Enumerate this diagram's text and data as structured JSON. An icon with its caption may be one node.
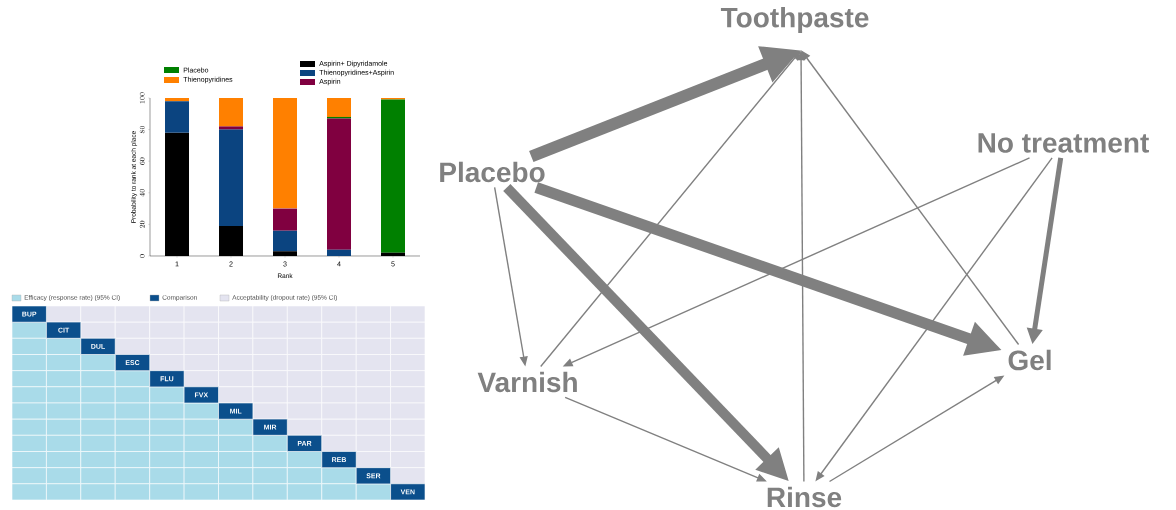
{
  "diagram": {
    "nodes": [
      {
        "text": [
          "Toothpaste"
        ]
      },
      {
        "text": [
          "No treatment"
        ]
      },
      {
        "text": [
          "Placebo"
        ]
      },
      {
        "text": [
          "Gel"
        ]
      },
      {
        "text": [
          "Varnish"
        ]
      },
      {
        "text": [
          "Rinse"
        ]
      }
    ],
    "edges": [
      {
        "from": 2,
        "to": 0,
        "arrow": "to",
        "style": "thick"
      },
      {
        "from": 2,
        "to": 3,
        "arrow": "to",
        "style": "thick"
      },
      {
        "from": 2,
        "to": 5,
        "arrow": "to",
        "style": "thick"
      },
      {
        "from": 2,
        "to": 4,
        "arrow": "to"
      },
      {
        "from": 4,
        "to": 0,
        "arrow": "to"
      },
      {
        "from": 5,
        "to": 0,
        "arrow": "to"
      },
      {
        "from": 3,
        "to": 0,
        "arrow": "to"
      },
      {
        "from": 1,
        "to": 4,
        "arrow": "to"
      },
      {
        "from": 1,
        "to": 5,
        "arrow": "to"
      },
      {
        "from": 1,
        "to": 3,
        "arrow": "to",
        "style": "thick"
      },
      {
        "from": 4,
        "to": 5,
        "arrow": "to"
      },
      {
        "from": 5,
        "to": 3,
        "arrow": "to"
      }
    ],
    "labels": [
      "BUP",
      "CIT",
      "DUL",
      "ESC",
      "FLU",
      "FVX",
      "MIL",
      "MIR",
      "PAR",
      "REB",
      "SER",
      "VEN"
    ],
    "legend": [
      {
        "text": "Efficacy (response rate) (95% CI)",
        "color": "#a9dbe9"
      },
      {
        "text": "Comparison",
        "color": "#0b4f8c"
      },
      {
        "text": "Acceptability (dropout rate) (95% CI)",
        "color": "#e4e4f0"
      }
    ],
    "chart_data": {
      "type": "bar",
      "stacked": true,
      "legend": "top",
      "xlabel": "Rank",
      "ylabel": "Probability to rank at each place",
      "categories": [
        "1",
        "2",
        "3",
        "4",
        "5"
      ],
      "series": [
        {
          "name": "Aspirin+ Dipyridamole",
          "color": "#000000",
          "values": [
            78,
            19,
            3,
            0,
            2
          ]
        },
        {
          "name": "Thienopyridines+Aspirin",
          "color": "#0b4480",
          "values": [
            20,
            61,
            13,
            4,
            0
          ]
        },
        {
          "name": "Aspirin",
          "color": "#800040",
          "values": [
            0,
            2,
            14,
            83,
            0
          ]
        },
        {
          "name": "Placebo",
          "color": "#008000",
          "values": [
            0,
            0,
            0,
            1,
            97
          ]
        },
        {
          "name": "Thienopyridines",
          "color": "#ff8000",
          "values": [
            2,
            18,
            70,
            12,
            1
          ]
        }
      ],
      "ylim": [
        0,
        100
      ],
      "yticks": [
        0,
        20,
        40,
        60,
        80,
        100
      ]
    }
  }
}
